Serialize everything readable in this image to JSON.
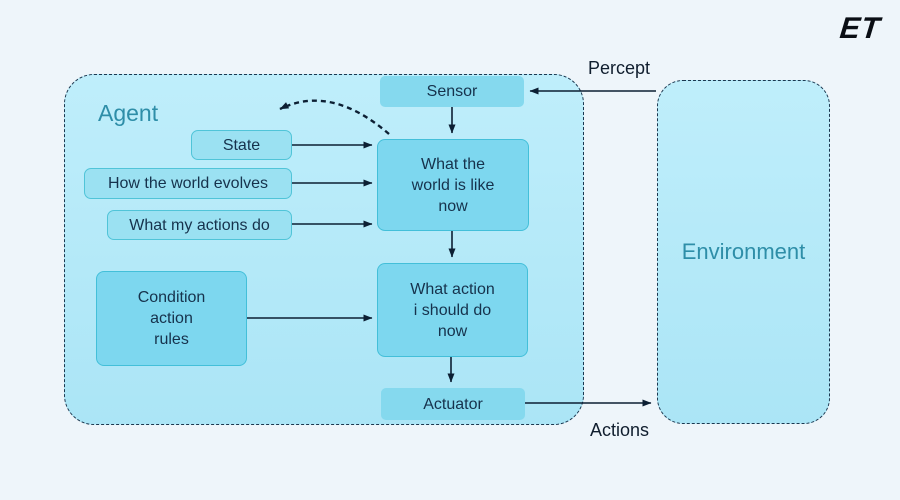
{
  "logo": {
    "text": "ET"
  },
  "agent": {
    "label": "Agent"
  },
  "environment": {
    "label": "Environment"
  },
  "nodes": {
    "sensor": {
      "label": "Sensor"
    },
    "state": {
      "label": "State"
    },
    "world_evolves": {
      "label": "How the world evolves"
    },
    "actions_do": {
      "label": "What my actions do"
    },
    "world_now": {
      "label": "What the\nworld is like\nnow"
    },
    "condition_rules": {
      "label": "Condition\naction\nrules"
    },
    "action_now": {
      "label": "What action\ni should do\nnow"
    },
    "actuator": {
      "label": "Actuator"
    }
  },
  "edge_labels": {
    "percept": "Percept",
    "actions": "Actions"
  },
  "colors": {
    "page_background": "#eef5fa",
    "container_fill": "#b7e9f9",
    "node_fill_light": "#9be1f2",
    "node_fill_dark": "#7dd7ef",
    "node_border": "#4ac1d9",
    "dashed_border": "#1c3850",
    "heading_teal": "#2e8ea8",
    "node_text": "#16324c",
    "arrow": "#0c1f33",
    "logo_color": "#0a0e14"
  }
}
